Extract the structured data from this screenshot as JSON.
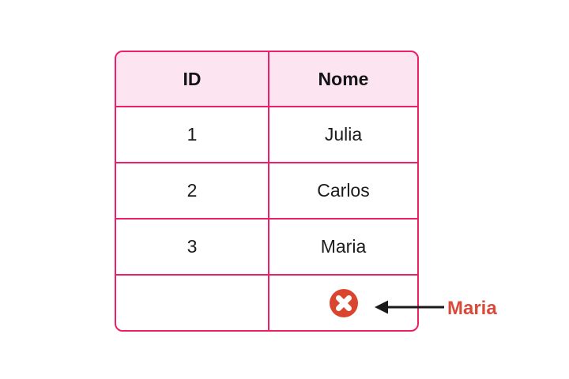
{
  "table": {
    "headers": [
      "ID",
      "Nome"
    ],
    "rows": [
      {
        "id": "1",
        "nome": "Julia"
      },
      {
        "id": "2",
        "nome": "Carlos"
      },
      {
        "id": "3",
        "nome": "Maria"
      }
    ],
    "deleted_row": {
      "id": "",
      "icon": "x-circle-icon"
    }
  },
  "annotation": {
    "label": "Maria",
    "arrow_direction": "left"
  },
  "colors": {
    "table_border": "#EC2069",
    "header_bg": "#FCE4F0",
    "icon_red": "#D9452F",
    "icon_cross": "#FFFFFF",
    "annotation_red": "#D84A3A",
    "arrow_black": "#1A1A1A",
    "text": "#1B1B1B",
    "background": "#FFFFFF"
  }
}
